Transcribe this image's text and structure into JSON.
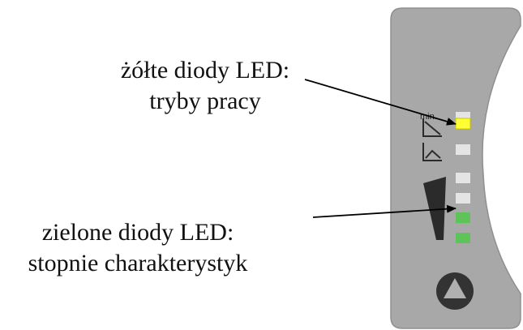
{
  "annotations": {
    "yellow_leds": {
      "line1": "żółte diody LED:",
      "line2": "tryby pracy"
    },
    "green_leds": {
      "line1": "zielone diody LED:",
      "line2": "stopnie charakterystyk"
    }
  },
  "panel": {
    "min_label": "min.",
    "leds": [
      {
        "state": "off",
        "color": "#e4e4e4"
      },
      {
        "state": "on",
        "color": "#ffff33"
      },
      {
        "state": "off",
        "color": "#e4e4e4"
      },
      {
        "state": "off",
        "color": "#e4e4e4"
      },
      {
        "state": "off",
        "color": "#e4e4e4"
      },
      {
        "state": "on",
        "color": "#5ec45a"
      },
      {
        "state": "on",
        "color": "#5ec45a"
      }
    ],
    "colors": {
      "panel": "#a8a8a8",
      "panel_edge": "#8f8f8f",
      "symbol": "#2b2b2b",
      "button": "#333333",
      "button_arrow": "#b0b0b0",
      "arrow": "#000000"
    }
  }
}
